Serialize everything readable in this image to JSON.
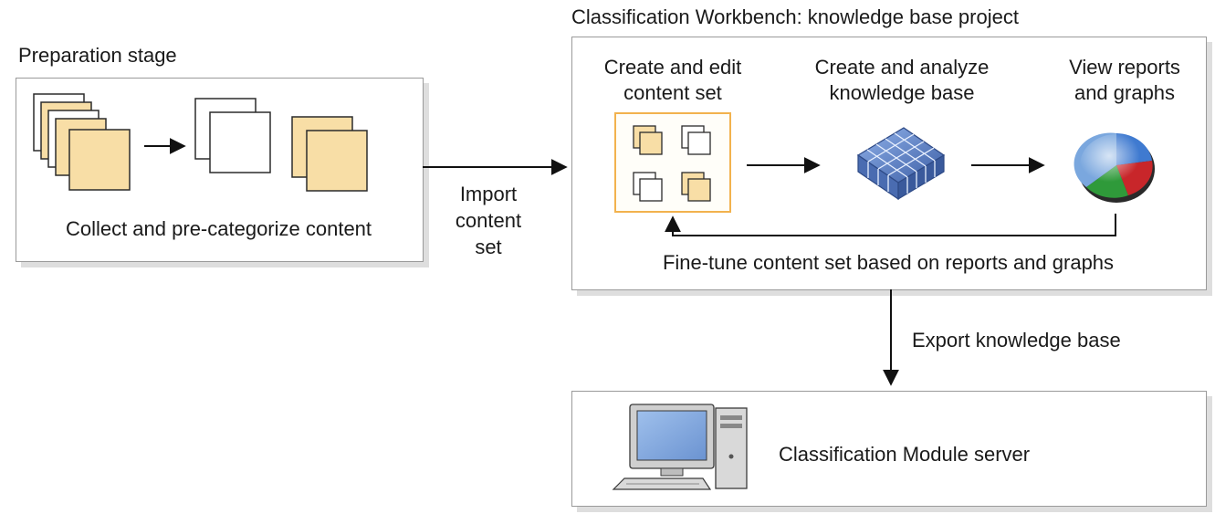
{
  "prep": {
    "title": "Preparation stage",
    "caption": "Collect and pre-categorize content"
  },
  "import_label": {
    "line1": "Import",
    "line2": "content",
    "line3": "set"
  },
  "workbench": {
    "title": "Classification Workbench: knowledge base project",
    "col1": {
      "line1": "Create and edit",
      "line2": "content set"
    },
    "col2": {
      "line1": "Create and analyze",
      "line2": "knowledge base"
    },
    "col3": {
      "line1": "View reports",
      "line2": "and graphs"
    },
    "finetune": "Fine-tune content set based on reports and graphs"
  },
  "export_label": "Export knowledge base",
  "server": {
    "label": "Classification Module server"
  },
  "icons": {
    "document_stack": "document-stack-icon",
    "knowledge_base": "knowledge-base-grid-icon",
    "pie_chart": "pie-chart-icon",
    "computer": "desktop-computer-icon"
  },
  "colors": {
    "doc_fill": "#f8dea6",
    "doc_outline": "#2b2b2b",
    "highlight_border": "#f2b24e",
    "kb_blue": "#5d82c4",
    "box_border": "#9a9a9a",
    "shadow": "#dedede"
  }
}
